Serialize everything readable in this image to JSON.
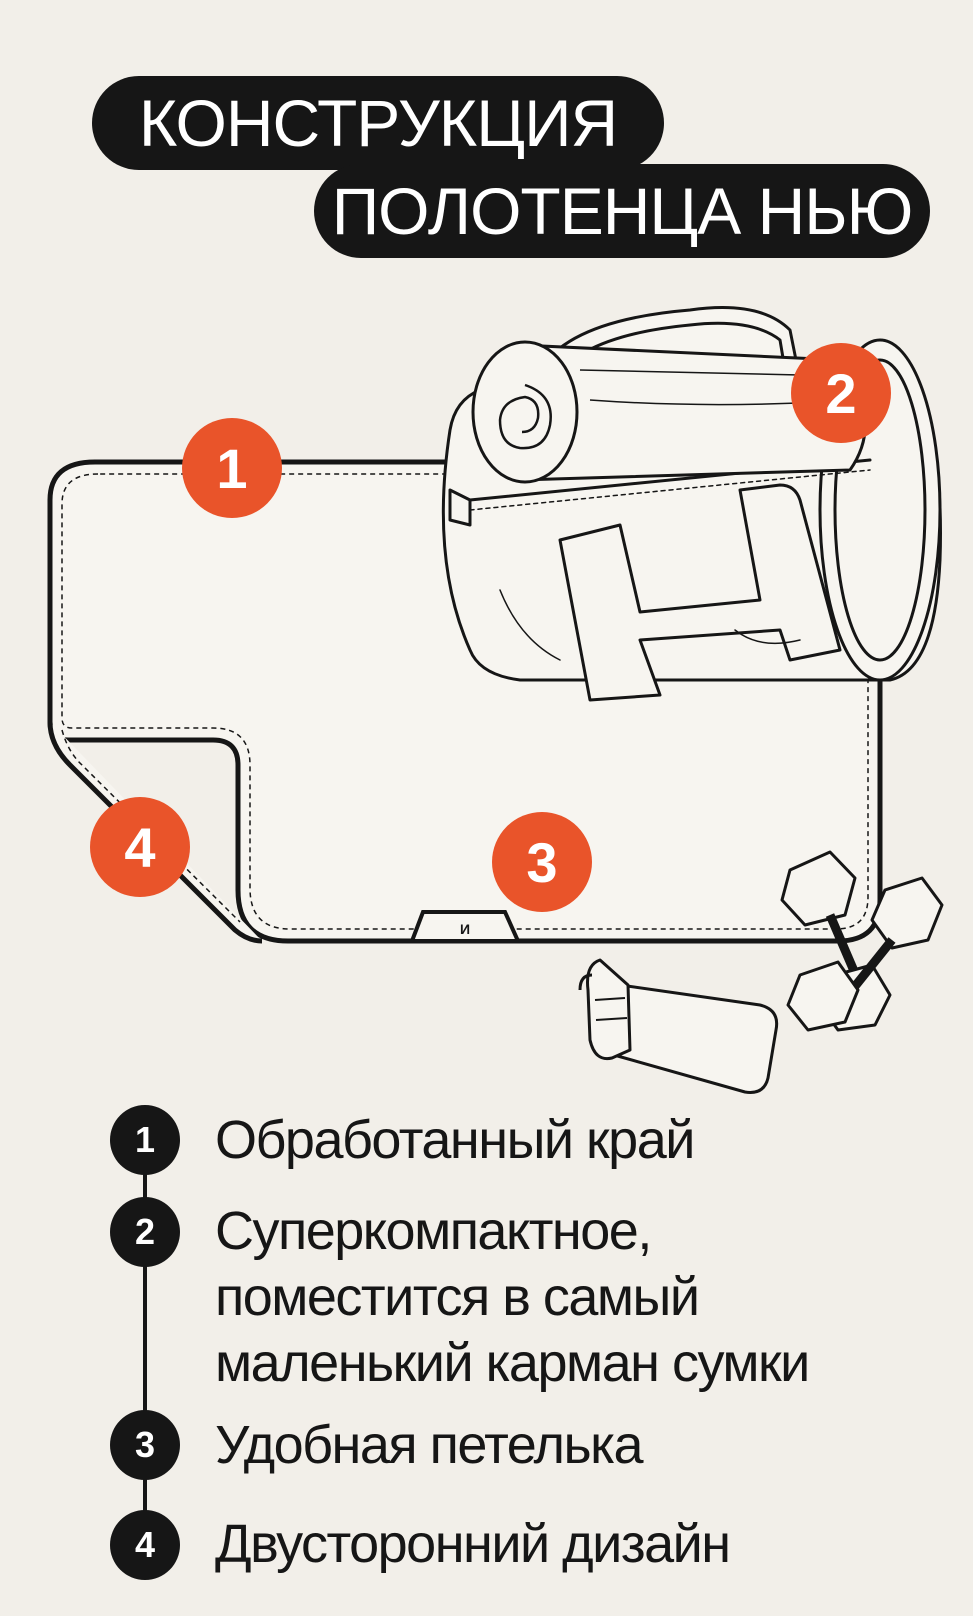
{
  "title": {
    "line1": "КОНСТРУКЦИЯ",
    "line2": "ПОЛОТЕНЦА НЬЮ"
  },
  "colors": {
    "background": "#f2efe9",
    "dark": "#161616",
    "accent": "#e9542a"
  },
  "callouts": [
    "1",
    "2",
    "3",
    "4"
  ],
  "towel_tag": "И",
  "legend": [
    {
      "number": "1",
      "text": "Обработанный край"
    },
    {
      "number": "2",
      "lines": [
        "Суперкомпактное,",
        "поместится в самый",
        "маленький карман сумки"
      ]
    },
    {
      "number": "3",
      "text": "Удобная петелька"
    },
    {
      "number": "4",
      "text": "Двусторонний дизайн"
    }
  ]
}
